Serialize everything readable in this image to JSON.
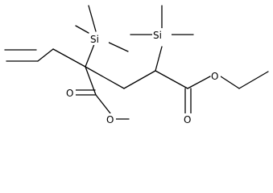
{
  "structure": {
    "atoms": {
      "si_left": "Si",
      "si_right": "Si",
      "o_left_carbonyl": "O",
      "o_left_ester": "O",
      "o_right_carbonyl": "O",
      "o_right_ester": "O"
    }
  },
  "colors": {
    "bond": "#000000",
    "background": "#ffffff"
  }
}
